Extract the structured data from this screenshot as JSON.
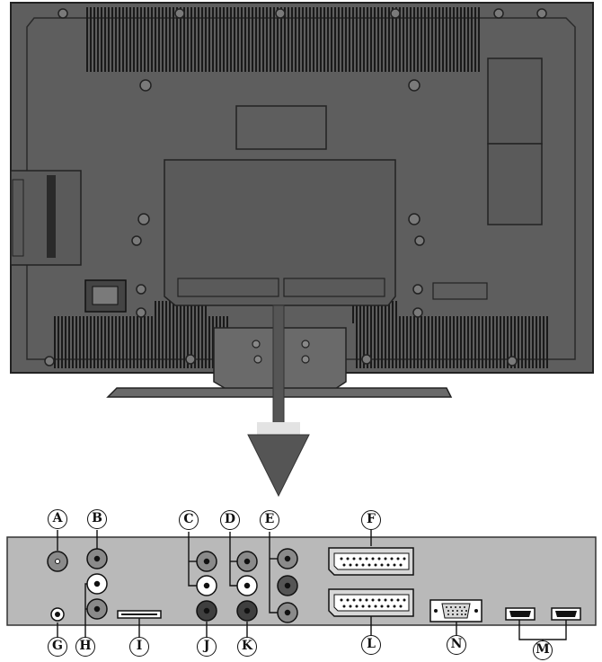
{
  "connector_labels": {
    "A": "A",
    "B": "B",
    "C": "C",
    "D": "D",
    "E": "E",
    "F": "F",
    "G": "G",
    "H": "H",
    "I": "I",
    "J": "J",
    "K": "K",
    "L": "L",
    "M": "M",
    "N": "N"
  },
  "colors": {
    "tv_body": "#5e5e5e",
    "tv_outline": "#222222",
    "vent_slots": "#1a1a1a",
    "stand": "#6a6a6a",
    "arrow": "#555555",
    "panel": "#b9b9b9",
    "jack_ring": "#111111",
    "jack_grey": "#8a8a8a",
    "jack_dark": "#3f3f3f",
    "jack_white": "#ffffff"
  }
}
